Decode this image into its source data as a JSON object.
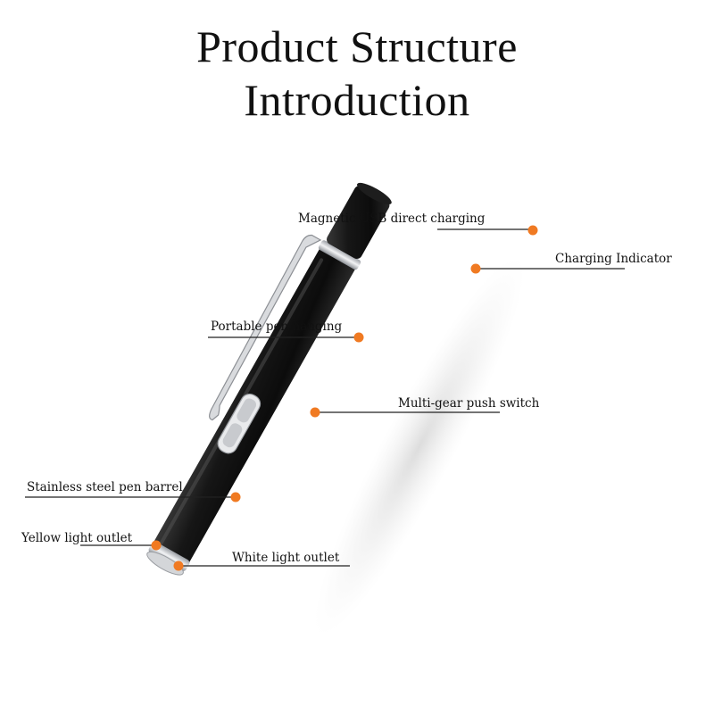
{
  "title": {
    "line1": "Product Structure",
    "line2": "Introduction"
  },
  "callouts": {
    "usb": "Magnetic USB direct charging",
    "indicator": "Charging Indicator",
    "clip": "Portable pen hanging",
    "switch": "Multi-gear push switch",
    "barrel": "Stainless steel pen barrel",
    "yellow": "Yellow light outlet",
    "white": "White light outlet"
  },
  "colors": {
    "marker": "#f07a22",
    "body": "#141414",
    "chrome": "#c9ccd0",
    "leader": "#222222"
  }
}
